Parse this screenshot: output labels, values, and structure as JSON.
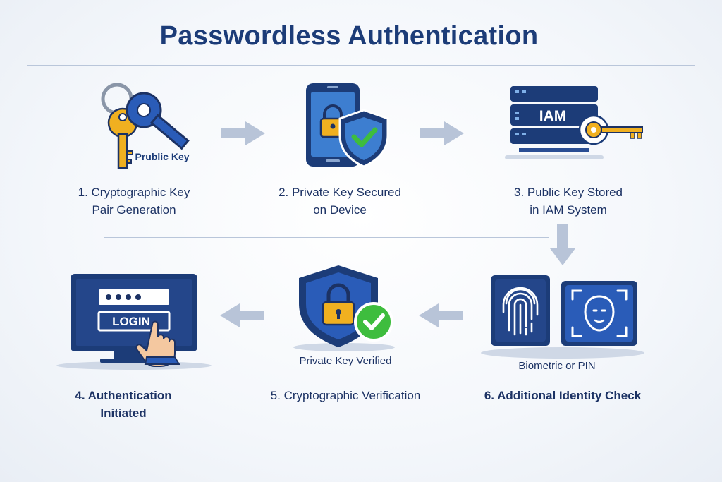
{
  "title": "Passwordless Authentication",
  "steps": [
    {
      "label": "1. Cryptographic Key\nPair Generation",
      "caption": "Prublic Key",
      "icon": "key-pair-icon"
    },
    {
      "label": "2. Private Key Secured\non Device",
      "icon": "phone-shield-icon"
    },
    {
      "label": "3. Public Key Stored\nin IAM System",
      "icon_text": "IAM",
      "icon": "server-key-icon"
    },
    {
      "label": "4. Authentication\nInitiated",
      "icon_text": "LOGIN",
      "icon": "monitor-login-icon"
    },
    {
      "label": "5. Cryptographic Verification",
      "caption": "Private Key Verified",
      "icon": "shield-lock-check-icon"
    },
    {
      "label": "6. Additional Identity Check",
      "caption": "Biometric or PIN",
      "icon": "fingerprint-face-icon"
    }
  ],
  "colors": {
    "navy": "#1c3c78",
    "blue": "#2a5cb8",
    "gold": "#f0b020",
    "green": "#3ebd3e",
    "arrow": "#b8c4d8"
  }
}
